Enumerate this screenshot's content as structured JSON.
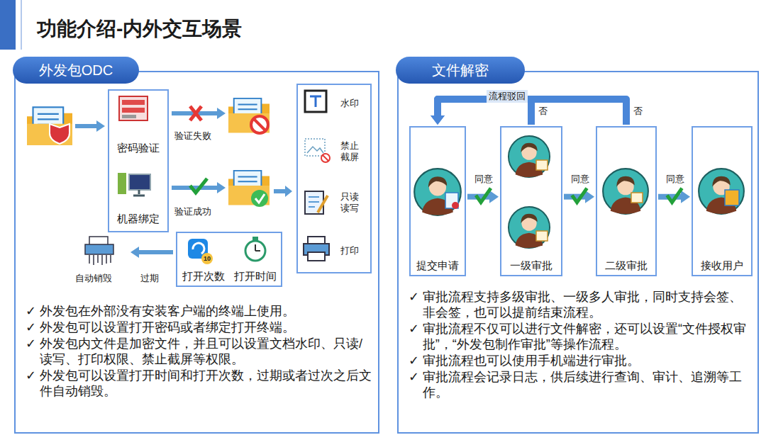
{
  "diagram": {
    "title": "功能介绍-内外交互场景",
    "nodes": [
      {
        "text": [
          "外发包ODC",
          "✓ 外发包在外部没有安装客户端的终端上使用。",
          "✓ 外发包可以设置打开密码或者绑定打开终端。",
          "✓ 外发包内文件是加密文件，并且可以设置文档水印、只读/读写、打印权限、禁止截屏等权限。",
          "✓ 外发包可以设置打开时间和打开次数，过期或者过次之后文件自动销毁。"
        ]
      },
      {
        "text": [
          "密码验证",
          "机器绑定"
        ],
        "in": 0
      },
      {
        "text": [
          "水印",
          "禁止截屏",
          "只读读写",
          "打印"
        ],
        "in": 0
      },
      {
        "text": [
          "打开次数",
          "打开时间"
        ],
        "in": 0
      },
      {
        "text": [
          "文件解密",
          "✓ 审批流程支持多级审批、一级多人审批，同时支持会签、非会签，也可以提前结束流程。",
          "✓ 审批流程不仅可以进行文件解密，还可以设置“文件授权审批”，“外发包制作审批”等操作流程。",
          "✓ 审批流程也可以使用手机端进行审批。",
          "✓ 审批流程会记录日志，供后续进行查询、审计、追溯等工作。"
        ]
      },
      {
        "text": [
          "提交申请"
        ],
        "in": 4
      },
      {
        "text": [
          "一级审批"
        ],
        "in": 4
      },
      {
        "text": [
          "二级审批"
        ],
        "in": 4
      },
      {
        "text": [
          "接收用户"
        ],
        "in": 4
      }
    ],
    "edges": [
      {
        "from": 5,
        "to": 6,
        "label": "同意",
        "arrow": "to"
      },
      {
        "from": 6,
        "to": 7,
        "label": "同意",
        "arrow": "to"
      },
      {
        "from": 7,
        "to": 8,
        "label": "同意",
        "arrow": "to"
      },
      {
        "from": 6,
        "to": 5,
        "label": "否",
        "arrow": "to"
      },
      {
        "from": 7,
        "to": 5,
        "label": "否",
        "arrow": "to"
      }
    ],
    "labels": [
      "验证失败",
      "验证成功",
      "过期",
      "自动销毁",
      "10",
      "流程驳回"
    ]
  }
}
